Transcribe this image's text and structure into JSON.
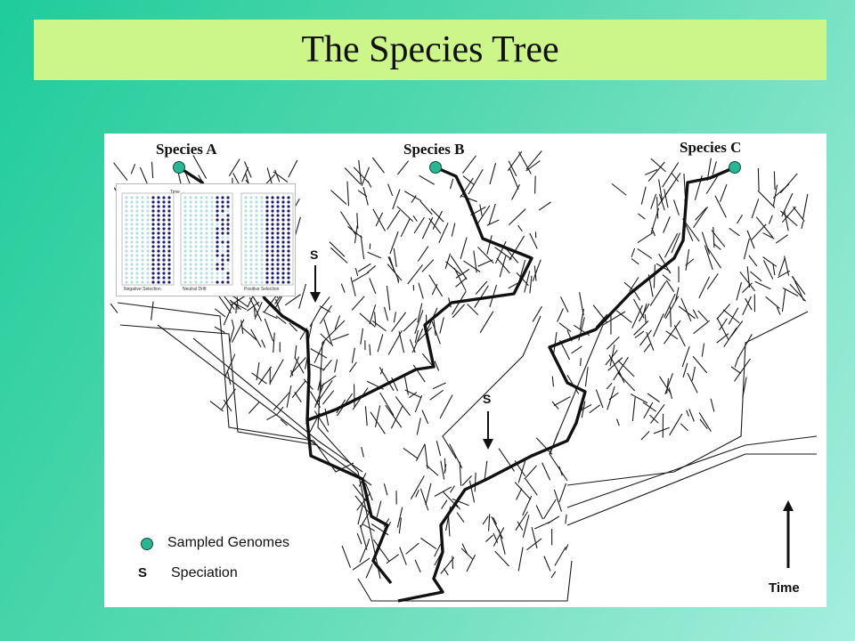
{
  "title": "The Species Tree",
  "species": [
    {
      "label": "Species A"
    },
    {
      "label": "Species B"
    },
    {
      "label": "Species C"
    }
  ],
  "speciation_markers": [
    {
      "label": "S"
    },
    {
      "label": "S"
    }
  ],
  "legend": {
    "sampled_label": "Sampled Genomes",
    "speciation_symbol": "S",
    "speciation_label": "Speciation"
  },
  "time_label": "Time",
  "inset": {
    "time_label": "Time",
    "captions": [
      "Negative Selection",
      "Neutral Drift",
      "Positive Selection"
    ]
  },
  "colors": {
    "background": "#3fd4a6",
    "title_bar": "#ccf58a",
    "sample_dot": "#2bb592",
    "inset_light": "#b7dde0",
    "inset_dark": "#1c1c6e"
  }
}
